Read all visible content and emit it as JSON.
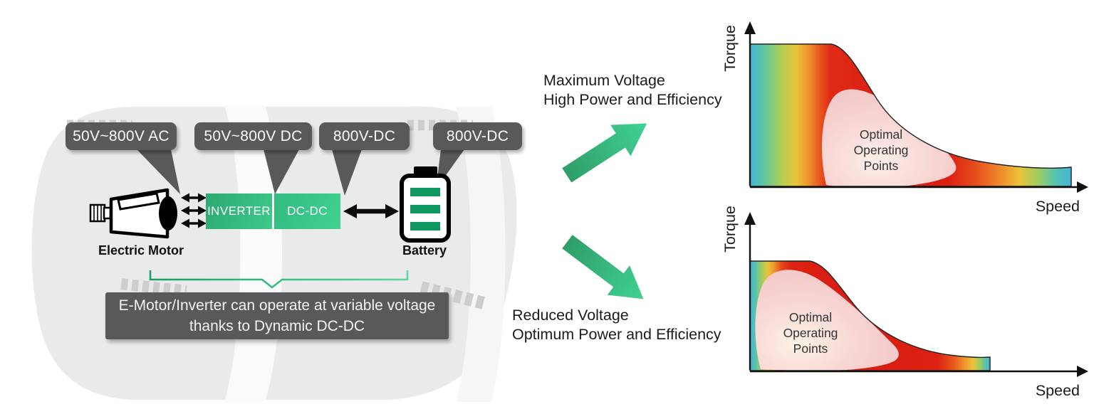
{
  "callouts": [
    {
      "label": "50V~800V AC"
    },
    {
      "label": "50V~800V DC"
    },
    {
      "label": "800V-DC"
    },
    {
      "label": "800V-DC"
    }
  ],
  "powertrain": {
    "motor_label": "Electric Motor",
    "inverter_label": "INVERTER",
    "dcdc_label": "DC-DC",
    "battery_label": "Battery"
  },
  "note": {
    "line1": "E-Motor/Inverter can operate at variable voltage",
    "line2": "thanks to Dynamic DC-DC"
  },
  "annotations": {
    "maximum": {
      "line1": "Maximum Voltage",
      "line2": "High Power and Efficiency"
    },
    "reduced": {
      "line1": "Reduced Voltage",
      "line2": "Optimum Power and Efficiency"
    }
  },
  "chart_data": {
    "type": "area",
    "top": {
      "y_label": "Torque",
      "x_label": "Speed",
      "region": [
        "Optimal",
        "Operating",
        "Points"
      ],
      "envelope_speed_torque_normalized": [
        [
          0,
          1
        ],
        [
          0.25,
          1
        ],
        [
          0.4,
          0.6
        ],
        [
          0.55,
          0.35
        ],
        [
          0.75,
          0.2
        ],
        [
          1,
          0.14
        ]
      ],
      "optimal_region_center_normalized": [
        0.42,
        0.3
      ],
      "ticks": "none"
    },
    "bottom": {
      "y_label": "Torque",
      "x_label": "Speed",
      "region": [
        "Optimal",
        "Operating",
        "Points"
      ],
      "envelope_speed_torque_normalized": [
        [
          0,
          1
        ],
        [
          0.25,
          1
        ],
        [
          0.45,
          0.5
        ],
        [
          0.7,
          0.22
        ],
        [
          1,
          0.12
        ]
      ],
      "max_torque_ratio_vs_top": 0.77,
      "max_speed_ratio_vs_top": 0.73,
      "optimal_region_center_normalized": [
        0.28,
        0.45
      ],
      "ticks": "none"
    }
  },
  "colors": {
    "accent_green": "#2EB57C",
    "callout_gray": "#58595B",
    "battery_bar_green": "#0F9760",
    "optimal_region_pink": "#F5CBCB",
    "efficiency_scale": [
      "#41B6DA",
      "#57C3AE",
      "#A4CC5E",
      "#EAC33A",
      "#F0962D",
      "#E95A1E",
      "#D81C10"
    ]
  }
}
